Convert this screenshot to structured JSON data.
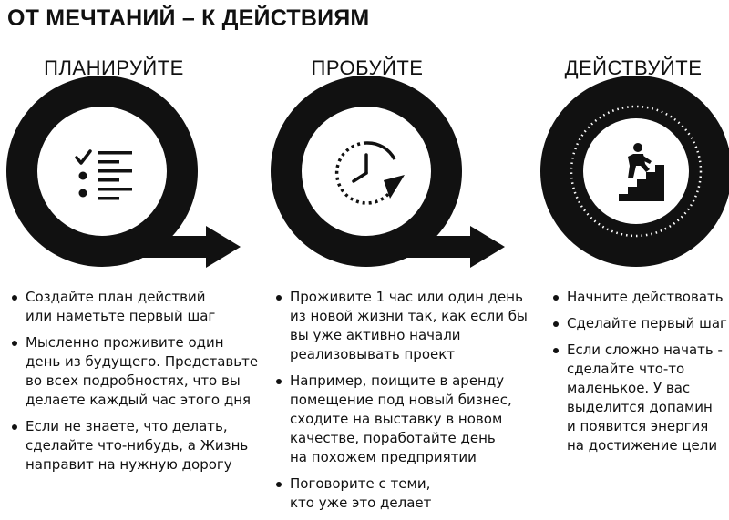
{
  "title": "ОТ МЕЧТАНИЙ – К ДЕЙСТВИЯМ",
  "columns": [
    {
      "heading": "ПЛАНИРУЙТЕ",
      "icon": "checklist-icon",
      "bullets": [
        "Создайте план действий\nили наметьте первый шаг",
        "Мысленно проживите один\nдень из будущего. Представьте\nво всех подробностях, что вы\nделаете каждый час этого дня",
        "Если не знаете, что делать,\nсделайте что-нибудь, а Жизнь\nнаправит на нужную дорогу"
      ]
    },
    {
      "heading": "ПРОБУЙТЕ",
      "icon": "clock-icon",
      "bullets": [
        "Проживите 1 час или один день\nиз новой жизни так, как если бы\nвы уже активно начали\nреализовывать проект",
        "Например, поищите в аренду\nпомещение под новый бизнес,\nсходите на выставку в новом\nкачестве, поработайте день\nна похожем предприятии",
        "Поговорите с теми,\nкто уже это делает"
      ]
    },
    {
      "heading": "ДЕЙСТВУЙТЕ",
      "icon": "stairs-climber-icon",
      "bullets": [
        "Начните действовать",
        "Сделайте первый шаг",
        "Если сложно начать -\nсделайте что-то\nмаленькое. У вас\nвыделится допамин\nи появится энергия\nна достижение цели"
      ]
    }
  ],
  "colors": {
    "ring": "#111111",
    "background": "#ffffff",
    "text": "#111111"
  }
}
